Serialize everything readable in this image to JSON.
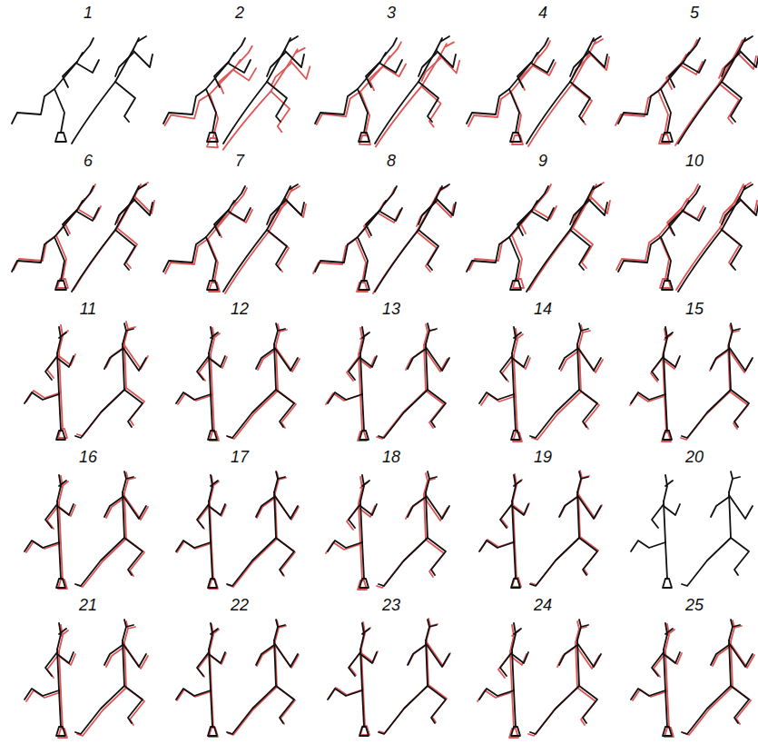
{
  "diagram": {
    "labels": [
      "1",
      "2",
      "3",
      "4",
      "5",
      "6",
      "7",
      "8",
      "9",
      "10",
      "11",
      "12",
      "13",
      "14",
      "15",
      "16",
      "17",
      "18",
      "19",
      "20",
      "21",
      "22",
      "23",
      "24",
      "25"
    ]
  }
}
